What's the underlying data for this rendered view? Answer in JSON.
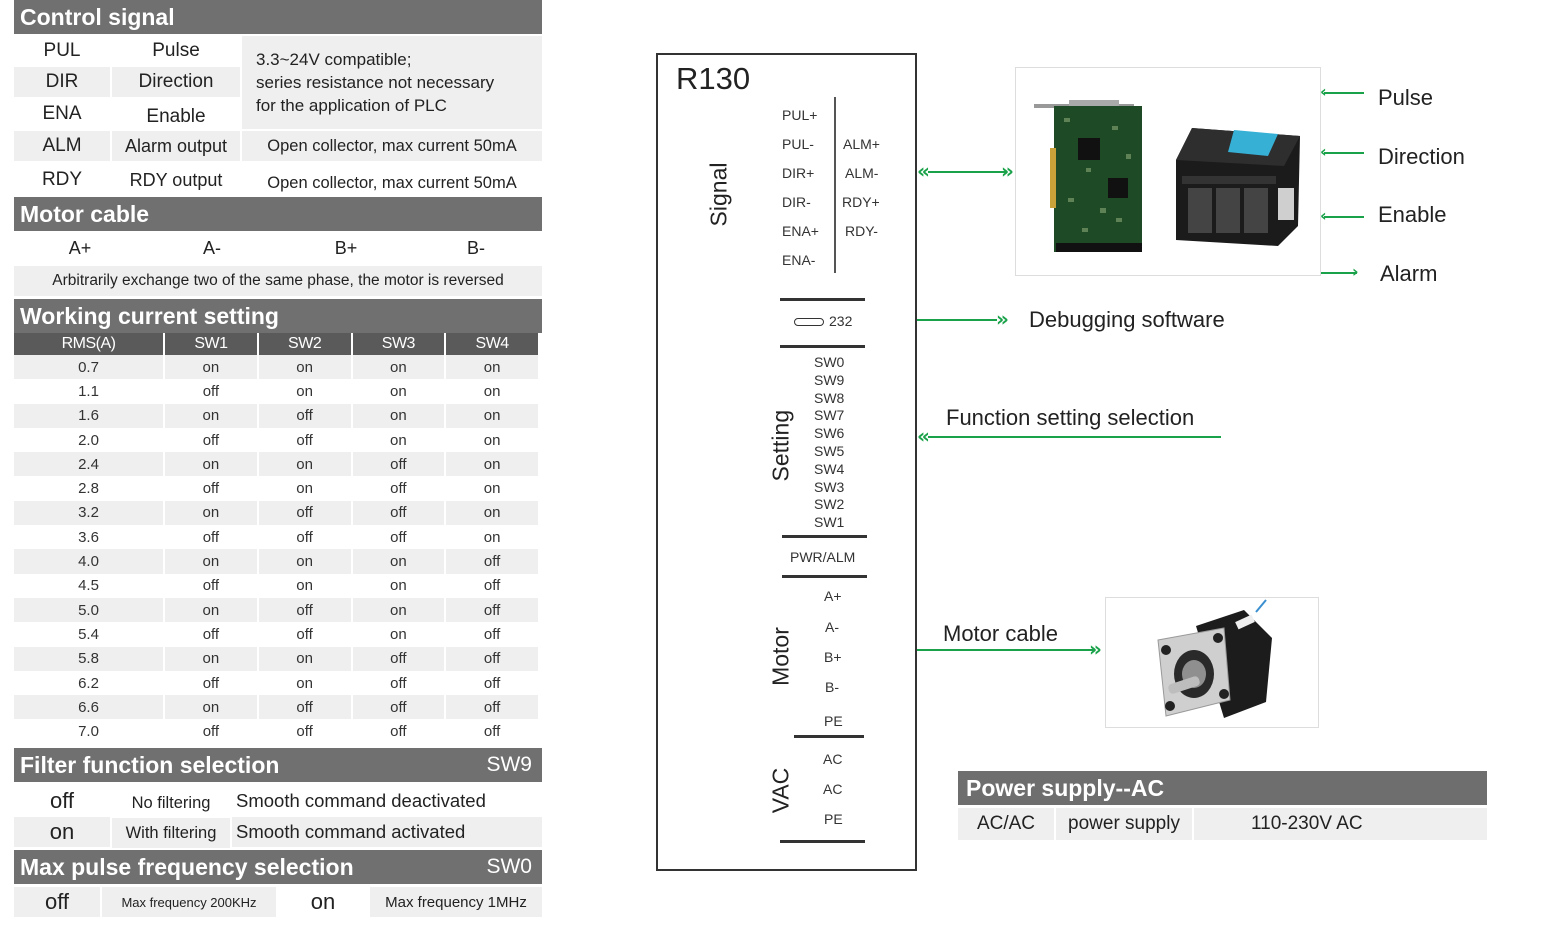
{
  "control_signal": {
    "title": "Control signal",
    "rows": [
      {
        "code": "PUL",
        "name": "Pulse"
      },
      {
        "code": "DIR",
        "name": "Direction"
      },
      {
        "code": "ENA",
        "name": "Enable"
      },
      {
        "code": "ALM",
        "name": "Alarm output"
      },
      {
        "code": "RDY",
        "name": "RDY output"
      }
    ],
    "input_note_lines": [
      "3.3~24V compatible;",
      "series resistance not necessary",
      "for the application of PLC"
    ],
    "alm_note": "Open collector, max current 50mA",
    "rdy_note": "Open collector, max current 50mA"
  },
  "motor_cable": {
    "title": "Motor cable",
    "terminals": [
      "A+",
      "A-",
      "B+",
      "B-"
    ],
    "note": "Arbitrarily exchange two of the same phase, the motor is reversed"
  },
  "working_current": {
    "title": "Working current setting",
    "headers": [
      "RMS(A)",
      "SW1",
      "SW2",
      "SW3",
      "SW4"
    ],
    "rows": [
      [
        "0.7",
        "on",
        "on",
        "on",
        "on"
      ],
      [
        "1.1",
        "off",
        "on",
        "on",
        "on"
      ],
      [
        "1.6",
        "on",
        "off",
        "on",
        "on"
      ],
      [
        "2.0",
        "off",
        "off",
        "on",
        "on"
      ],
      [
        "2.4",
        "on",
        "on",
        "off",
        "on"
      ],
      [
        "2.8",
        "off",
        "on",
        "off",
        "on"
      ],
      [
        "3.2",
        "on",
        "off",
        "off",
        "on"
      ],
      [
        "3.6",
        "off",
        "off",
        "off",
        "on"
      ],
      [
        "4.0",
        "on",
        "on",
        "on",
        "off"
      ],
      [
        "4.5",
        "off",
        "on",
        "on",
        "off"
      ],
      [
        "5.0",
        "on",
        "off",
        "on",
        "off"
      ],
      [
        "5.4",
        "off",
        "off",
        "on",
        "off"
      ],
      [
        "5.8",
        "on",
        "on",
        "off",
        "off"
      ],
      [
        "6.2",
        "off",
        "on",
        "off",
        "off"
      ],
      [
        "6.6",
        "on",
        "off",
        "off",
        "off"
      ],
      [
        "7.0",
        "off",
        "off",
        "off",
        "off"
      ]
    ]
  },
  "filter_function": {
    "title": "Filter function selection",
    "switch": "SW9",
    "rows": [
      {
        "state": "off",
        "mode": "No filtering",
        "desc": "Smooth command deactivated"
      },
      {
        "state": "on",
        "mode": "With filtering",
        "desc": "Smooth command activated"
      }
    ]
  },
  "max_pulse": {
    "title": "Max pulse frequency selection",
    "switch": "SW0",
    "off_state": "off",
    "off_desc": "Max frequency 200KHz",
    "on_state": "on",
    "on_desc": "Max frequency 1MHz"
  },
  "driver": {
    "model": "R130",
    "signal_label": "Signal",
    "signal_pins_left": [
      "PUL+",
      "PUL-",
      "DIR+",
      "DIR-",
      "ENA+",
      "ENA-"
    ],
    "signal_pins_right": [
      "ALM+",
      "ALM-",
      "RDY+",
      "RDY-"
    ],
    "port_label": "232",
    "setting_label": "Setting",
    "switches": [
      "SW0",
      "SW9",
      "SW8",
      "SW7",
      "SW6",
      "SW5",
      "SW4",
      "SW3",
      "SW2",
      "SW1"
    ],
    "led_label": "PWR/ALM",
    "motor_label": "Motor",
    "motor_pins": [
      "A+",
      "A-",
      "B+",
      "B-",
      "PE"
    ],
    "vac_label": "VAC",
    "vac_pins": [
      "AC",
      "AC",
      "PE"
    ]
  },
  "connections": {
    "controller_signals": [
      "Pulse",
      "Direction",
      "Enable",
      "Alarm"
    ],
    "debug": "Debugging software",
    "function_setting": "Function setting selection",
    "motor_cable": "Motor cable"
  },
  "power_supply": {
    "title": "Power supply--AC",
    "terminal": "AC/AC",
    "label": "power supply",
    "value": "110-230V AC"
  },
  "colors": {
    "accent_green": "#1aa24a",
    "header_gray": "#707070"
  }
}
